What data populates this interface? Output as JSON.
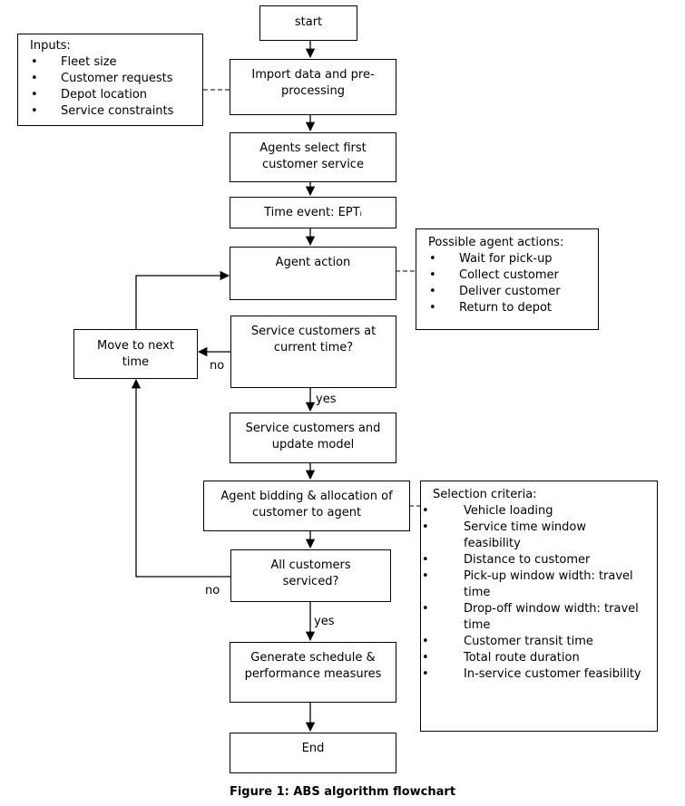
{
  "steps": {
    "start": "start",
    "import": "Import data and pre-\nprocessing",
    "select_first": "Agents select first\ncustomer service",
    "time_event": "Time event: EPTᵢ",
    "agent_action": "Agent action",
    "service_q": "Service customers at\ncurrent time?",
    "move_next": "Move to next\ntime",
    "service_update": "Service customers and\nupdate model",
    "bidding": "Agent bidding & allocation of\ncustomer to agent",
    "all_serviced": "All customers\nserviced?",
    "generate": "Generate schedule &\nperformance measures",
    "end": "End"
  },
  "inputs": {
    "title": "Inputs:",
    "items": [
      "Fleet size",
      "Customer requests",
      "Depot location",
      "Service constraints"
    ]
  },
  "actions": {
    "title": "Possible agent actions:",
    "items": [
      "Wait for pick-up",
      "Collect customer",
      "Deliver customer",
      "Return to depot"
    ]
  },
  "criteria": {
    "title": "Selection criteria:",
    "items": [
      "Vehicle loading",
      "Service time window\nfeasibility",
      "Distance to customer",
      "Pick-up window width: travel\ntime",
      "Drop-off window width: travel\ntime",
      "Customer transit time",
      "Total route duration",
      "In-service customer feasibility"
    ]
  },
  "labels": {
    "no_1": "no",
    "yes_1": "yes",
    "no_2": "no",
    "yes_2": "yes"
  },
  "caption": "Figure 1: ABS algorithm flowchart"
}
